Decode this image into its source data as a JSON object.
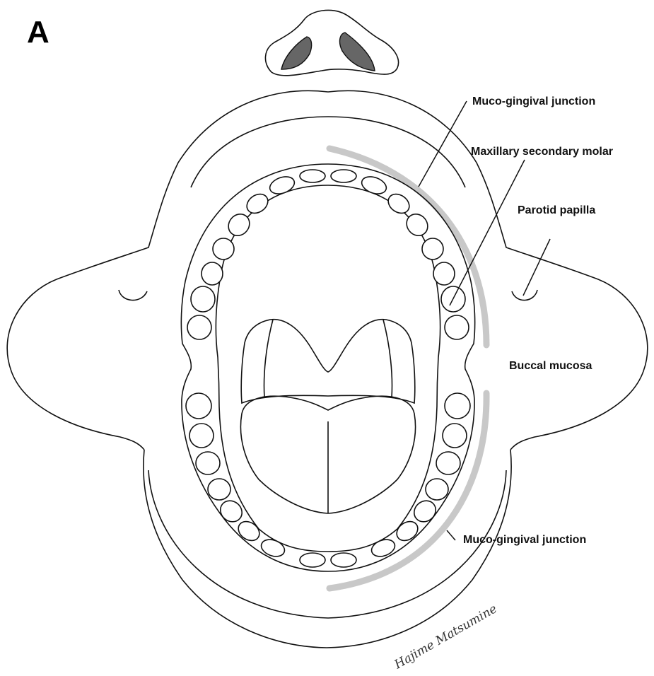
{
  "figure": {
    "panel_letter": "A",
    "signature": "Hajime Matsumine"
  },
  "labels": {
    "upper_junction": "Muco-gingival junction",
    "molar": "Maxillary secondary molar",
    "papilla": "Parotid papilla",
    "buccal": "Buccal mucosa",
    "lower_junction": "Muco-gingival junction"
  },
  "colors": {
    "line": "#111111",
    "nostril_fill": "#666666",
    "junction_band": "#c8c8c8"
  }
}
